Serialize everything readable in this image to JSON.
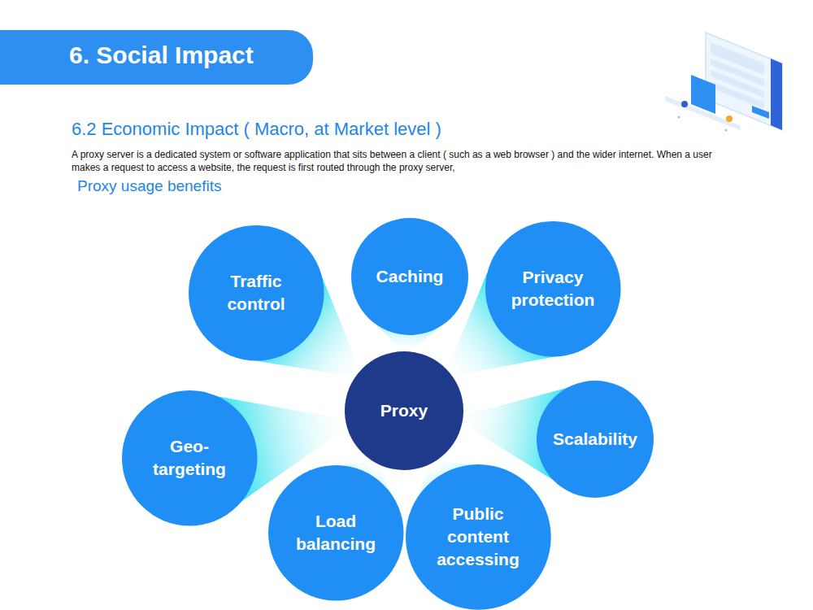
{
  "diagram": {
    "title": "6. Social Impact",
    "nodes": [
      {
        "text": [
          "Traffic control"
        ]
      },
      {
        "text": [
          "Caching"
        ]
      },
      {
        "text": [
          "Privacy protection"
        ]
      },
      {
        "text": [
          "Proxy"
        ]
      },
      {
        "text": [
          "Geo-targeting"
        ]
      },
      {
        "text": [
          "Scalability"
        ]
      },
      {
        "text": [
          "Load balancing"
        ]
      },
      {
        "text": [
          "Public content accessing"
        ]
      }
    ],
    "edges": [
      {
        "from": 3,
        "to": 0,
        "arrow": "none"
      },
      {
        "from": 3,
        "to": 1,
        "arrow": "none"
      },
      {
        "from": 3,
        "to": 2,
        "arrow": "none"
      },
      {
        "from": 3,
        "to": 4,
        "arrow": "none"
      },
      {
        "from": 3,
        "to": 5,
        "arrow": "none"
      },
      {
        "from": 3,
        "to": 6,
        "arrow": "none"
      },
      {
        "from": 3,
        "to": 7,
        "arrow": "none"
      }
    ],
    "labels": [
      "6.2 Economic Impact ( Macro, at Market level )",
      "A proxy server is a dedicated system or software application that sits between a client ( such as a web browser ) and the wider internet. When a user makes a request to access a website, the request is first routed through the proxy server,",
      "Proxy usage benefits"
    ]
  }
}
